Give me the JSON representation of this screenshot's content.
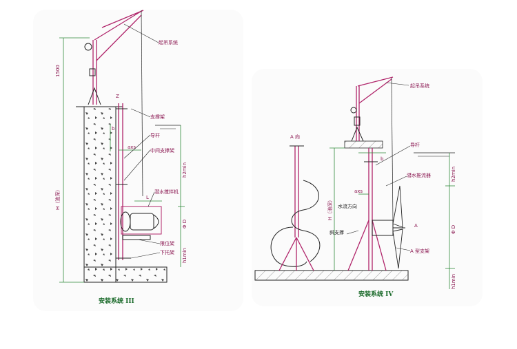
{
  "left_panel": {
    "caption": "安装系统 III",
    "labels": {
      "hoist": "起吊系统",
      "support_frame": "支撑架",
      "guide_rod": "导杆",
      "mid_support": "中间支撑架",
      "mixer": "潜水搅拌机",
      "limit_frame": "限位架",
      "lower_bracket": "下托架"
    },
    "dims": {
      "height_1500": "1500",
      "pool_depth": "H（池深）",
      "b": "b",
      "axis": "axs",
      "z": "Z",
      "h2min": "h2min",
      "diameter": "Φ D",
      "h1min": "h1min",
      "length": "L"
    }
  },
  "right_panel": {
    "caption": "安装系统 IV",
    "labels": {
      "hoist": "起吊系统",
      "view_a": "A 向",
      "guide_rod": "导杆",
      "mixer": "潜水推流器",
      "flow_dir": "水流方向",
      "diag_brace": "斜支撑",
      "a_mark": "A",
      "a_frame": "A 型支架"
    },
    "dims": {
      "pool_depth": "H（池深）",
      "b": "b",
      "axis": "axs",
      "h2min": "h2min",
      "diameter": "Φ D",
      "h1min": "h1min"
    }
  }
}
